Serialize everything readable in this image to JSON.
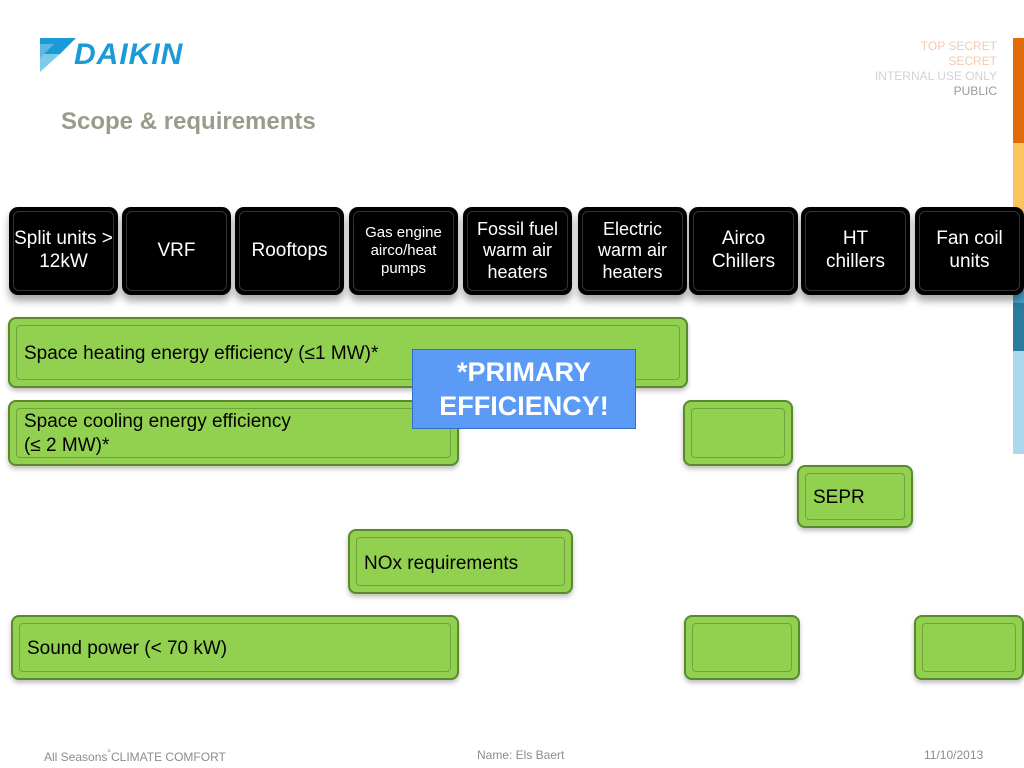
{
  "header": {
    "logo_text": "DAIKIN",
    "title": "Scope & requirements",
    "classification": [
      {
        "label": "TOP SECRET",
        "color": "#f2c9b2"
      },
      {
        "label": "SECRET",
        "color": "#f2c9b2"
      },
      {
        "label": "INTERNAL USE ONLY",
        "color": "#d2d2d2"
      },
      {
        "label": "PUBLIC",
        "color": "#9a9a9a"
      }
    ],
    "stripe_colors": [
      "#e26b0a",
      "#f9c55c",
      "#4aa3cf",
      "#2b7c9c",
      "#a9d8ef"
    ]
  },
  "product_columns": [
    "Split units > 12kW",
    "VRF",
    "Rooftops",
    "Gas engine airco/heat pumps",
    "Fossil fuel warm air heaters",
    "Electric warm air heaters",
    "Airco Chillers",
    "HT chillers",
    "Fan coil units"
  ],
  "requirements": {
    "space_heating": "Space heating energy efficiency (≤1 MW)*",
    "space_cooling_line1": "Space cooling energy efficiency",
    "space_cooling_line2": "(≤ 2 MW)*",
    "sepr": "SEPR",
    "nox": "NOx requirements",
    "sound_power": "Sound power (< 70 kW)"
  },
  "callout": {
    "line1": "*PRIMARY",
    "line2": "EFFICIENCY!"
  },
  "footer": {
    "left_prefix": "All Seasons",
    "left_mark": "°",
    "left_suffix": "CLIMATE COMFORT",
    "center": "Name:  Els Baert",
    "date": "11/10/2013"
  },
  "colors": {
    "bar_green": "#92d050",
    "callout_blue": "#5b9bf5",
    "logo_blue": "#1a9ad6",
    "title_gray": "#9b9b8c"
  }
}
